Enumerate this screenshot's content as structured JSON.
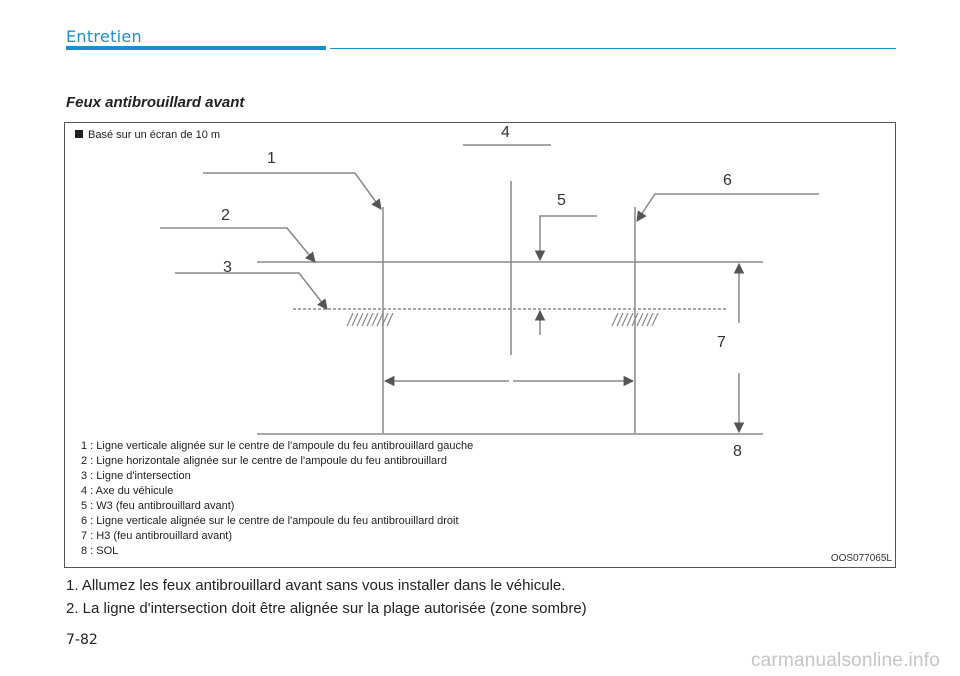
{
  "header": {
    "section": "Entretien"
  },
  "heading": "Feux antibrouillard avant",
  "figure": {
    "caption": "Basé sur un écran de 10 m",
    "code": "OOS077065L",
    "numbers": [
      "1",
      "2",
      "3",
      "4",
      "5",
      "6",
      "7",
      "8"
    ],
    "legend": [
      "1 : Ligne verticale alignée sur le centre de l'ampoule du feu antibrouillard gauche",
      "2 : Ligne horizontale alignée sur le centre de l'ampoule du feu antibrouillard",
      "3 : Ligne d'intersection",
      "4 : Axe du véhicule",
      "5 : W3 (feu antibrouillard avant)",
      "6 : Ligne verticale alignée sur le centre de l'ampoule du feu antibrouillard droit",
      "7 : H3 (feu antibrouillard avant)",
      "8 : SOL"
    ]
  },
  "steps": [
    "1. Allumez les feux antibrouillard avant sans vous installer dans le véhicule.",
    "2. La ligne d'intersection doit être alignée sur la plage autorisée (zone sombre)"
  ],
  "page_number": "7-82",
  "watermark": "carmanualsonline.info"
}
